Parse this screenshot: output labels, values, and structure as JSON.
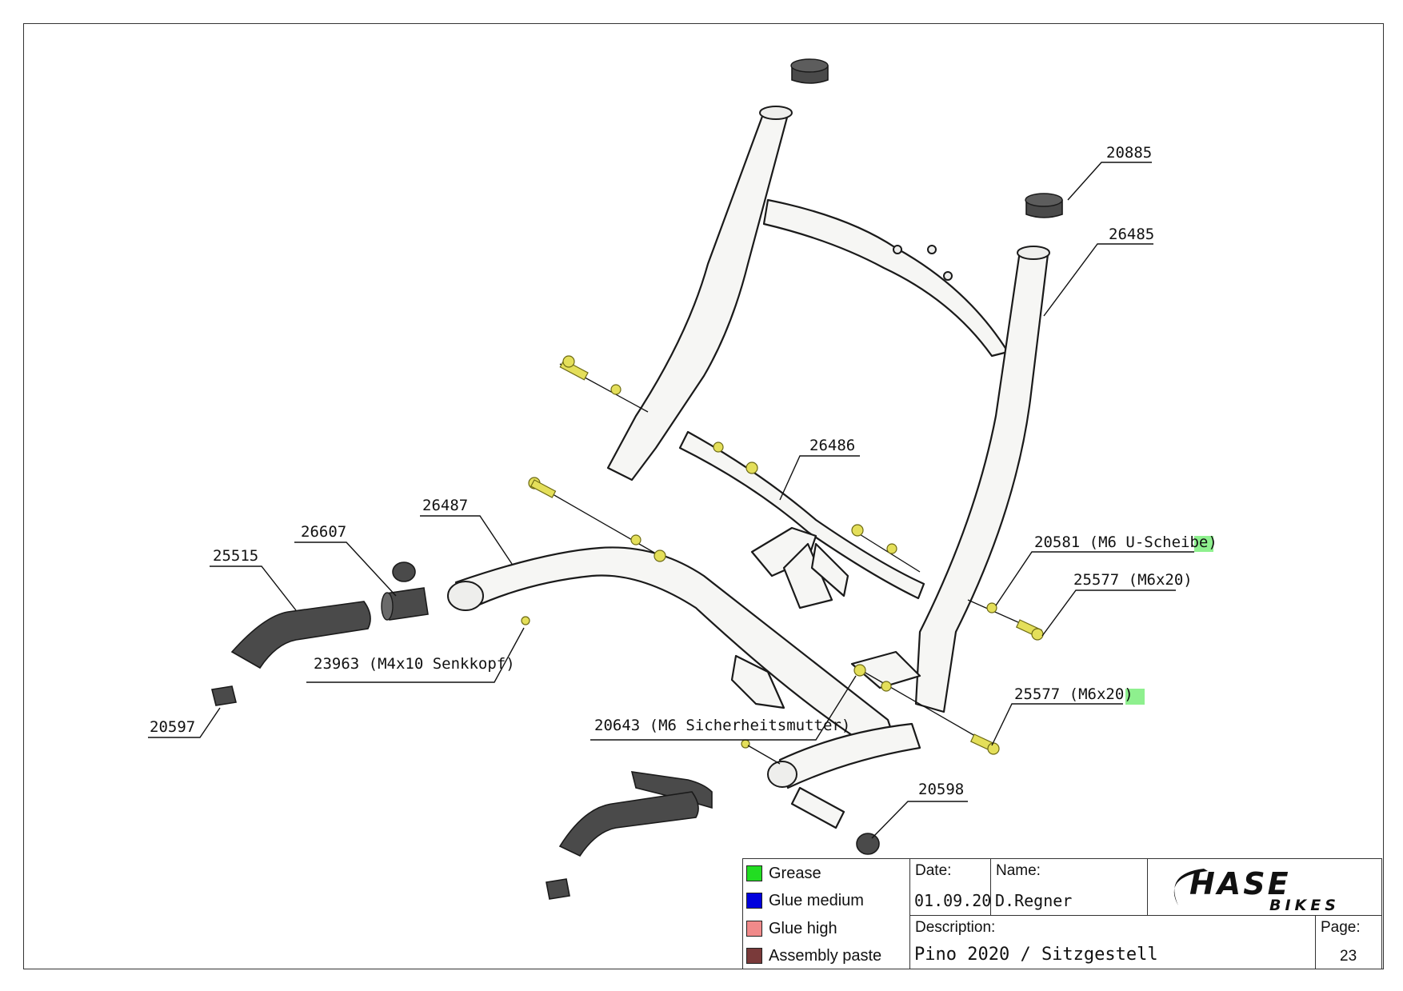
{
  "labels": {
    "l20885": "20885",
    "l26485": "26485",
    "l26486": "26486",
    "l26487": "26487",
    "l26607": "26607",
    "l25515": "25515",
    "l23963": "23963 (M4x10 Senkkopf)",
    "l20597": "20597",
    "l20581": "20581 (M6 U-Scheibe)",
    "l25577a": "25577 (M6x20)",
    "l25577b": "25577 (M6x20)",
    "l20643": "20643 (M6 Sicherheitsmutter)",
    "l20598": "20598"
  },
  "colors": {
    "grease": "#22dd22",
    "glue_medium": "#0000dd",
    "glue_high": "#f08a8a",
    "assembly_paste": "#7a3a3a",
    "marker_green": "#8ef08e",
    "bolt_yellow": "#e4df5a"
  },
  "legend": [
    {
      "label": "Grease",
      "color": "#22dd22"
    },
    {
      "label": "Glue medium",
      "color": "#0000dd"
    },
    {
      "label": "Glue high",
      "color": "#f08a8a"
    },
    {
      "label": "Assembly paste",
      "color": "#7a3a3a"
    }
  ],
  "title_block": {
    "date_label": "Date:",
    "date_value": "01.09.20",
    "name_label": "Name:",
    "name_value": "D.Regner",
    "description_label": "Description:",
    "description_value": "Pino 2020 / Sitzgestell",
    "page_label": "Page:",
    "page_value": "23",
    "logo_main": "HASE",
    "logo_sub": "BIKES"
  }
}
